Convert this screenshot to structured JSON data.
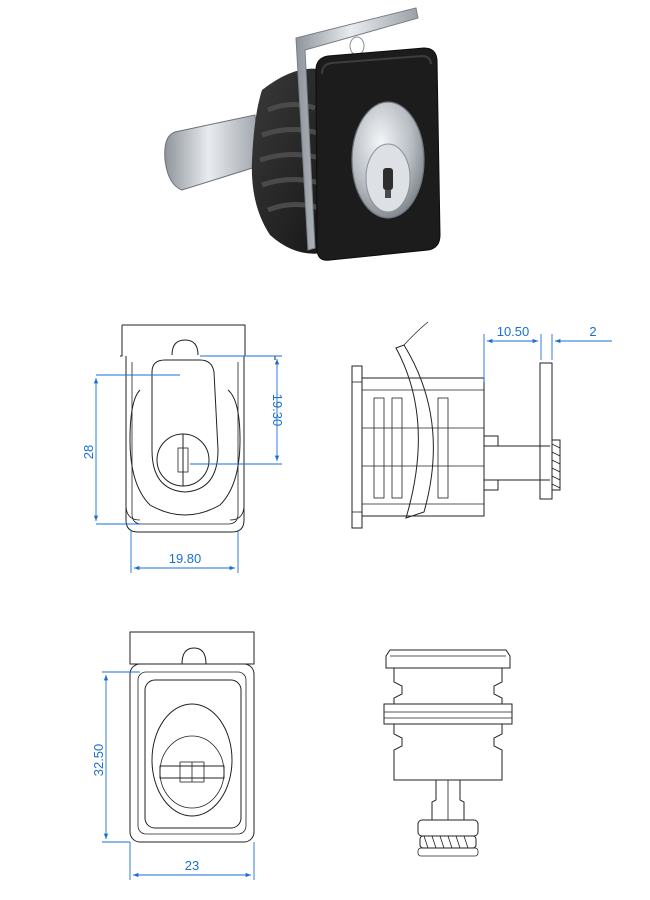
{
  "photo": {
    "icon": "cam-lock-photo",
    "colors": {
      "body": "#1e1e1e",
      "metal": "#c9cdd2",
      "dimension": "#1a6fd6"
    }
  },
  "dimensions": {
    "front_height": "28",
    "cam_offset": "19.30",
    "front_width": "19.80",
    "side_offset": "10.50",
    "side_thickness": "2",
    "back_height": "32.50",
    "back_width": "23"
  }
}
